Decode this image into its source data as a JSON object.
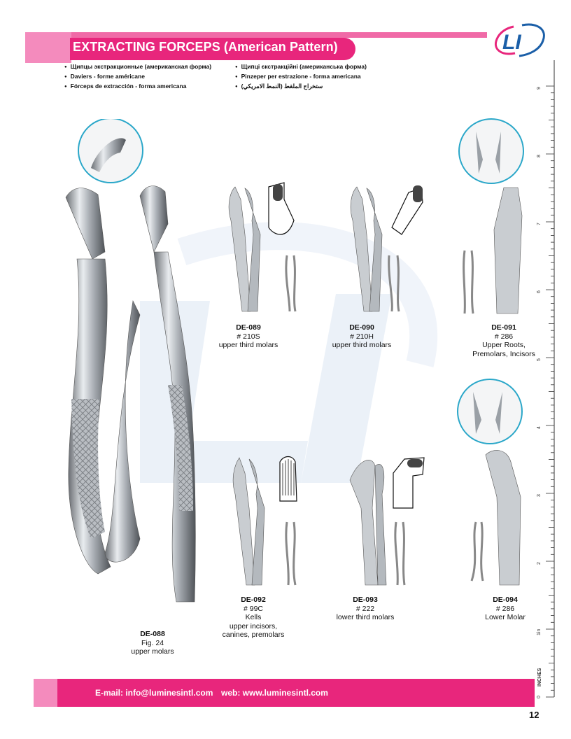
{
  "header": {
    "title": "EXTRACTING FORCEPS (American Pattern)",
    "colors": {
      "accent": "#e8267c",
      "accent_light": "#f48bbd",
      "logo_blue": "#1b5fa8"
    }
  },
  "logo": {
    "text": "LI",
    "icon": "luminesint-logo"
  },
  "languages": {
    "col1": [
      "Щипцы экстракционные (американская форма)",
      "Daviers - forme américane",
      "Fórceps de extracción - forma americana"
    ],
    "col2": [
      "Щипці єкстракційні (американська форма)",
      "Pinzeper per estrazione - forma americana",
      "ستخراج الملقط (النمط الامريكي)"
    ]
  },
  "ruler": {
    "label": "INCHES",
    "numbers": [
      "0",
      "1in",
      "2",
      "3",
      "4",
      "5",
      "6",
      "7",
      "8",
      "9"
    ]
  },
  "products": [
    {
      "code": "DE-088",
      "lines": [
        "Fig. 24",
        "upper molars"
      ]
    },
    {
      "code": "DE-089",
      "lines": [
        "# 210S",
        "upper third molars"
      ]
    },
    {
      "code": "DE-090",
      "lines": [
        "# 210H",
        "upper third molars"
      ]
    },
    {
      "code": "DE-091",
      "lines": [
        "# 286",
        "Upper Roots,",
        "Premolars, Incisors"
      ]
    },
    {
      "code": "DE-092",
      "lines": [
        "# 99C",
        "Kells",
        "upper incisors,",
        "canines, premolars"
      ]
    },
    {
      "code": "DE-093",
      "lines": [
        "# 222",
        "lower third molars"
      ]
    },
    {
      "code": "DE-094",
      "lines": [
        "# 286",
        "Lower Molar"
      ]
    }
  ],
  "footer": {
    "email": "E-mail: info@luminesintl.com",
    "web": "web: www.luminesintl.com",
    "page": "12"
  }
}
